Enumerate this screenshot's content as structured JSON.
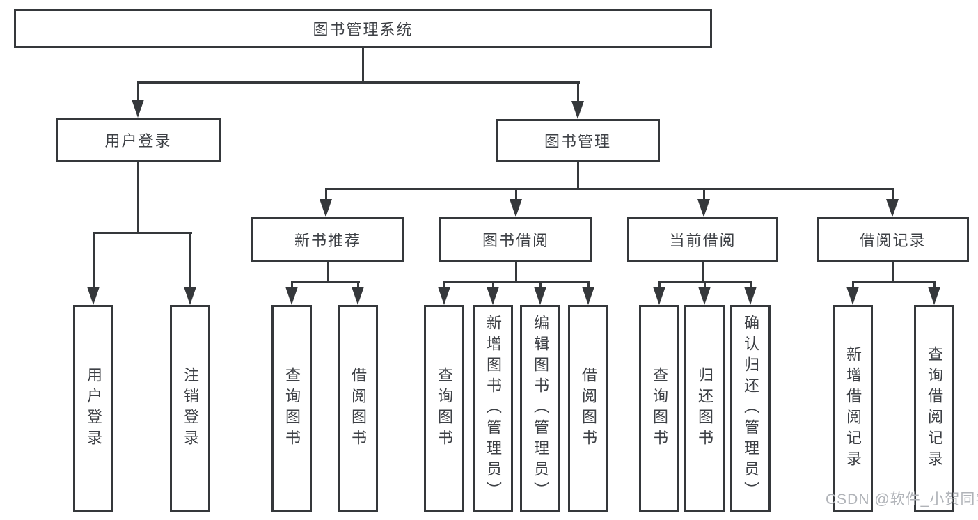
{
  "diagram": {
    "root": {
      "label": "图书管理系统"
    },
    "level2": [
      {
        "label": "用户登录",
        "children": [
          "用户登录",
          "注销登录"
        ]
      },
      {
        "label": "图书管理",
        "children": [
          {
            "label": "新书推荐",
            "children": [
              "查询图书",
              "借阅图书"
            ]
          },
          {
            "label": "图书借阅",
            "children": [
              "查询图书",
              "新增图书（管理员）",
              "编辑图书（管理员）",
              "借阅图书"
            ]
          },
          {
            "label": "当前借阅",
            "children": [
              "查询图书",
              "归还图书",
              "确认归还（管理员）"
            ]
          },
          {
            "label": "借阅记录",
            "children": [
              "新增借阅记录",
              "查询借阅记录"
            ]
          }
        ]
      }
    ]
  },
  "watermark": "CSDN @软件_小贺同学",
  "colors": {
    "line": "#35383b",
    "text": "#3d4045",
    "watermark": "#b0b3b8",
    "background": "#ffffff"
  }
}
